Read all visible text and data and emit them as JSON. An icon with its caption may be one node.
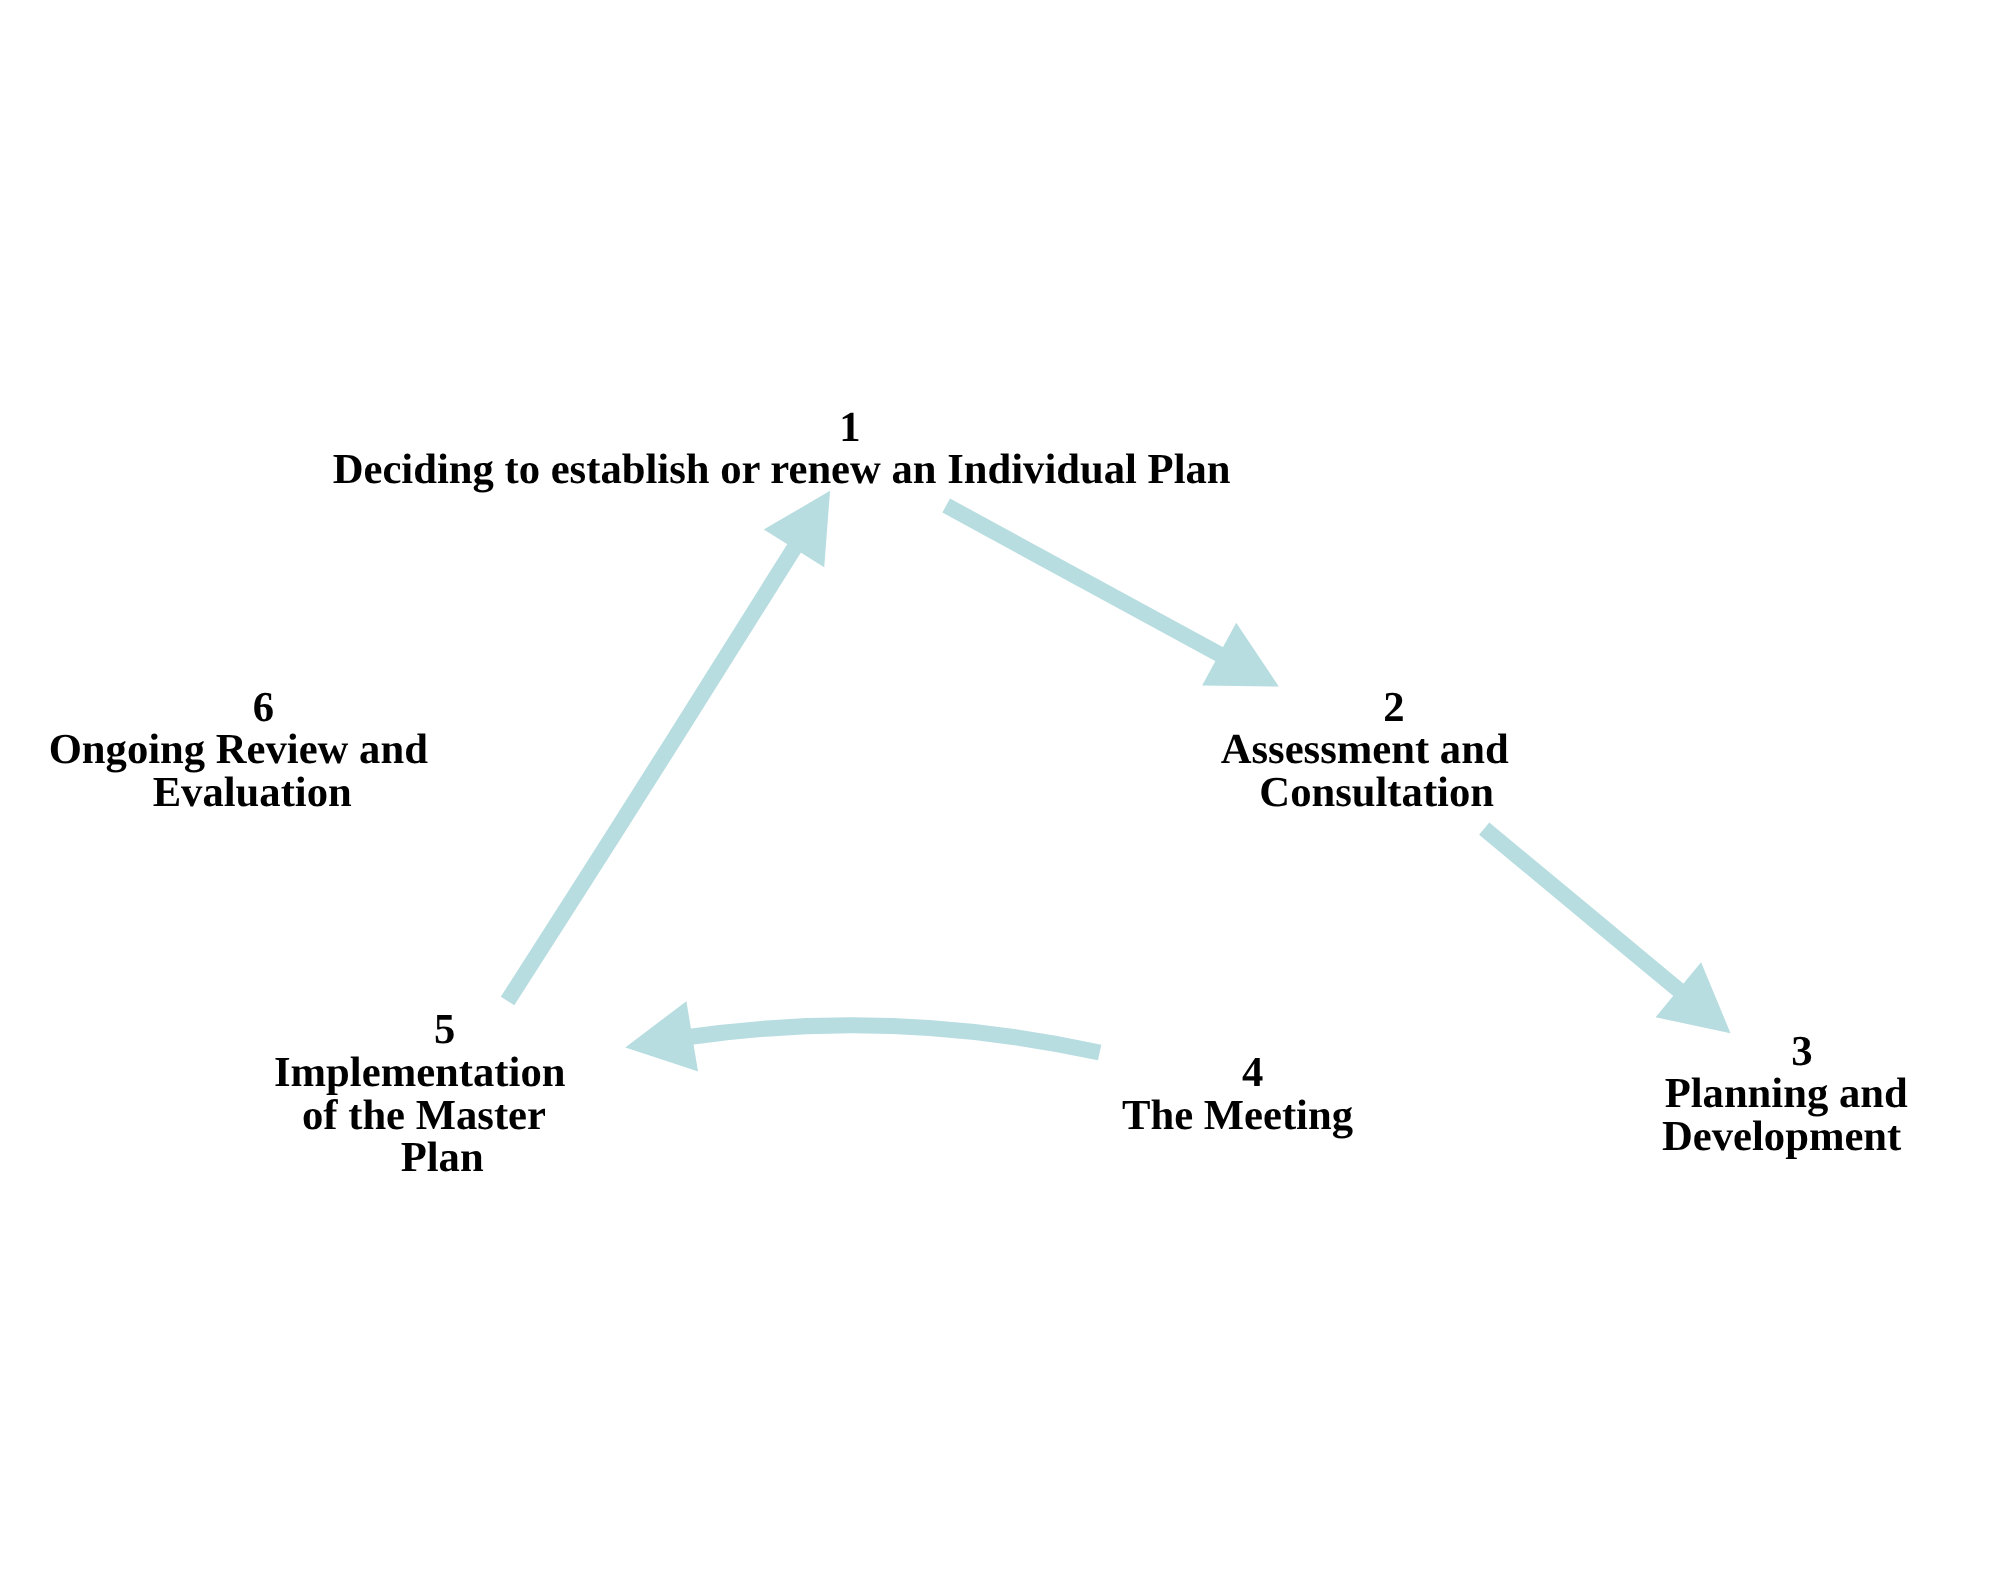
{
  "diagram": {
    "nodes": [
      {
        "text": [
          "1",
          "Deciding to establish or renew an Individual Plan"
        ]
      },
      {
        "text": [
          "2",
          "Assessment and Consultation"
        ]
      },
      {
        "text": [
          "3",
          "Planning and Development"
        ]
      },
      {
        "text": [
          "4",
          "The Meeting"
        ]
      },
      {
        "text": [
          "5",
          "Implementation of the Master Plan"
        ]
      },
      {
        "text": [
          "6",
          "Ongoing Review and Evaluation"
        ]
      }
    ],
    "edges": [
      {
        "from": 0,
        "to": 1,
        "arrow": "to"
      },
      {
        "from": 1,
        "to": 2,
        "arrow": "to"
      },
      {
        "from": 3,
        "to": 4,
        "arrow": "to"
      },
      {
        "from": 4,
        "to": 0,
        "arrow": "to"
      }
    ]
  }
}
